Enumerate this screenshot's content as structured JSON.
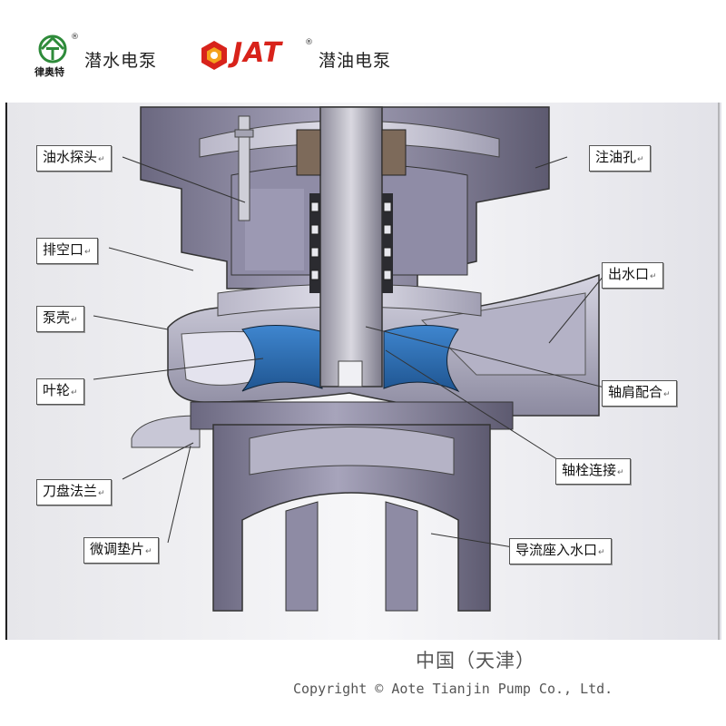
{
  "header": {
    "brand1_logo_text": "律奥特",
    "brand1_text": "潜水电泵",
    "brand2_logo_text": "JAT",
    "brand2_text": "潜油电泵",
    "registered_mark": "®"
  },
  "labels": {
    "oil_water_probe": "油水探头",
    "exhaust_port": "排空口",
    "pump_casing": "泵壳",
    "impeller": "叶轮",
    "cutter_flange": "刀盘法兰",
    "adjust_shim": "微调垫片",
    "oil_filling_hole": "注油孔",
    "outlet": "出水口",
    "shaft_shoulder_fit": "轴肩配合",
    "shaft_bolt_connection": "轴栓连接",
    "guide_inlet": "导流座入水口",
    "return_mark": "↵"
  },
  "footer": {
    "location": "中国（天津）",
    "copyright": "Copyright ©  Aote Tianjin Pump Co., Ltd."
  },
  "colors": {
    "brand_green": "#2e8b3a",
    "brand_red": "#d8231b",
    "impeller_blue": "#2f6fb3",
    "casing_purple": "#7d7a92"
  }
}
